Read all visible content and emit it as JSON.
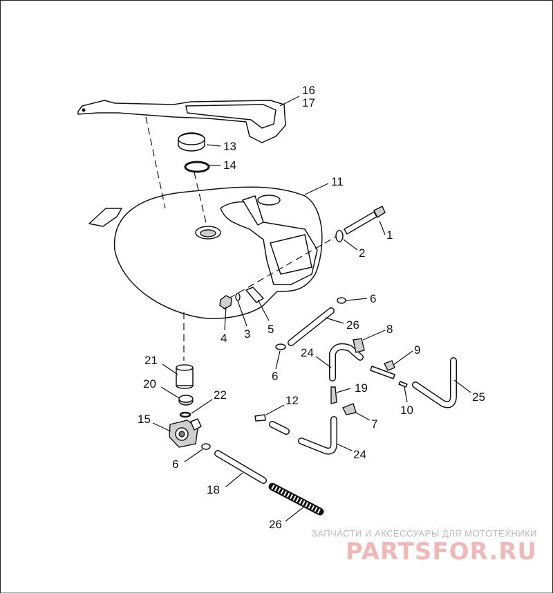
{
  "diagram": {
    "callouts": [
      "16",
      "17",
      "13",
      "14",
      "11",
      "1",
      "2",
      "6",
      "26",
      "8",
      "9",
      "4",
      "3",
      "5",
      "24",
      "6",
      "19",
      "25",
      "10",
      "21",
      "20",
      "22",
      "12",
      "7",
      "15",
      "6",
      "24",
      "18",
      "26"
    ]
  },
  "watermark": {
    "tagline": "ЗАПЧАСТИ И АКСЕССУАРЫ ДЛЯ МОТОТЕХНИКИ",
    "logo": "PARTSFOR.RU"
  },
  "colors": {
    "line": "#111111",
    "watermark_logo": "#f2b8b8",
    "watermark_text": "#b9b9b9"
  }
}
